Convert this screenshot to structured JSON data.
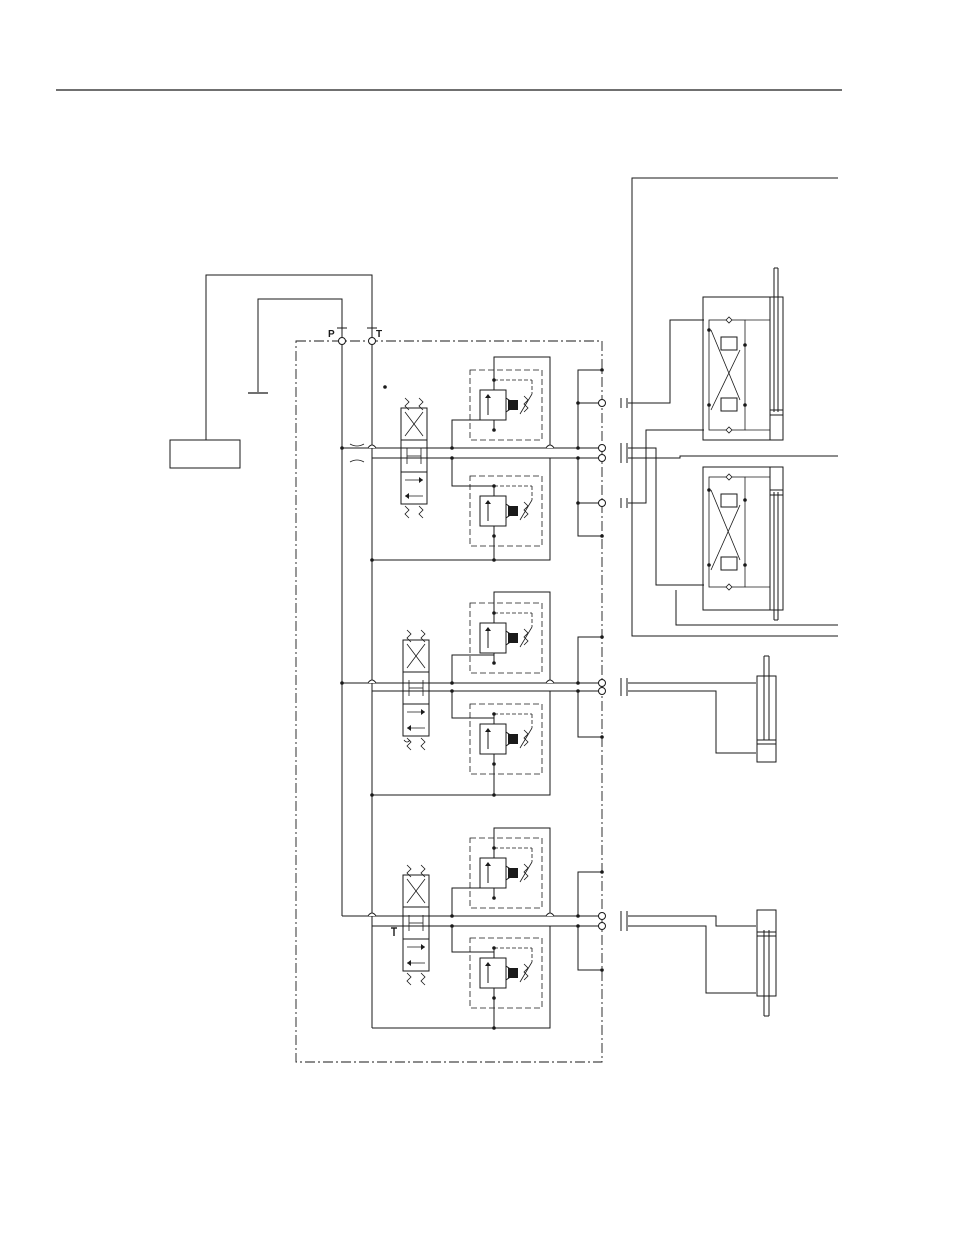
{
  "diagram": {
    "ports": {
      "pressure": "P",
      "tank": "T"
    },
    "colors": {
      "line": "#1a1a1a",
      "background": "#ffffff"
    },
    "sections": [
      {
        "name": "section-1",
        "spool_icon": "directional-valve-icon"
      },
      {
        "name": "section-2",
        "spool_icon": "directional-valve-icon"
      },
      {
        "name": "section-3",
        "spool_icon": "directional-valve-icon"
      }
    ],
    "actuators": [
      {
        "name": "cylinder-upper",
        "icon": "hydraulic-cylinder-icon"
      },
      {
        "name": "cylinder-lower",
        "icon": "hydraulic-cylinder-icon"
      },
      {
        "name": "cylinder-mid",
        "icon": "hydraulic-cylinder-icon"
      },
      {
        "name": "cylinder-bottom",
        "icon": "hydraulic-cylinder-icon"
      }
    ]
  }
}
